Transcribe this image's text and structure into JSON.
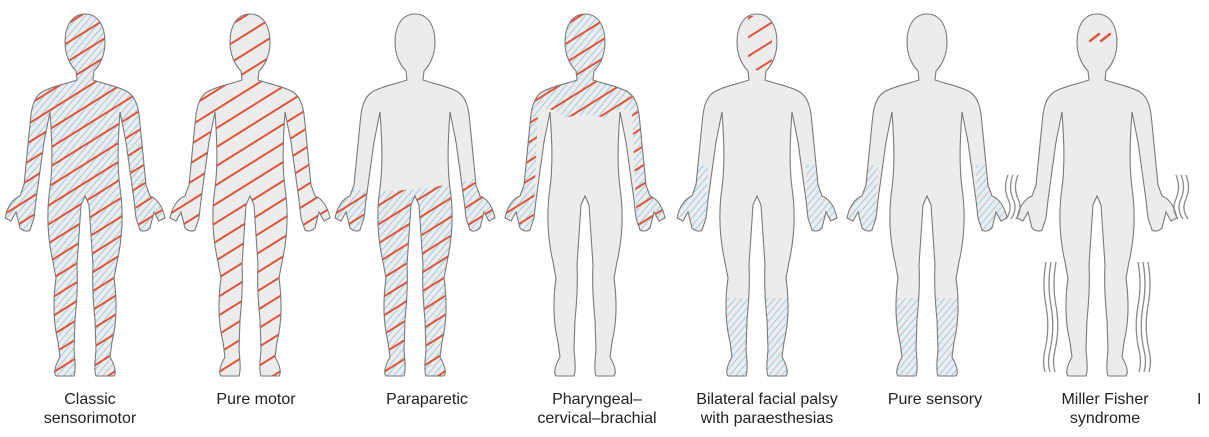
{
  "colors": {
    "body_fill": "#ececec",
    "body_outline": "#7a7a7a",
    "sensory_hatch": "#8fc4e0",
    "motor_hatch": "#e0553a",
    "ataxia_lines": "#8a8a8a"
  },
  "variants": [
    {
      "caption": "Classic\nsensorimotor",
      "sensory": [
        "whole"
      ],
      "motor": [
        "whole"
      ],
      "ataxia": false
    },
    {
      "caption": "Pure motor",
      "sensory": [],
      "motor": [
        "whole"
      ],
      "ataxia": false
    },
    {
      "caption": "Paraparetic",
      "sensory": [
        "legs"
      ],
      "motor": [
        "legs"
      ],
      "ataxia": false
    },
    {
      "caption": "Pharyngeal–\ncervical–brachial",
      "sensory": [
        "upper"
      ],
      "motor": [
        "upper"
      ],
      "ataxia": false
    },
    {
      "caption": "Bilateral facial palsy\nwith paraesthesias",
      "sensory": [
        "hands",
        "feet"
      ],
      "motor": [
        "face"
      ],
      "ataxia": false
    },
    {
      "caption": "Pure sensory",
      "sensory": [
        "hands",
        "feet"
      ],
      "motor": [],
      "ataxia": false
    },
    {
      "caption": "Miller Fisher\nsyndrome",
      "sensory": [],
      "motor": [
        "eyes"
      ],
      "ataxia": true
    }
  ],
  "clipped_caption": "I"
}
